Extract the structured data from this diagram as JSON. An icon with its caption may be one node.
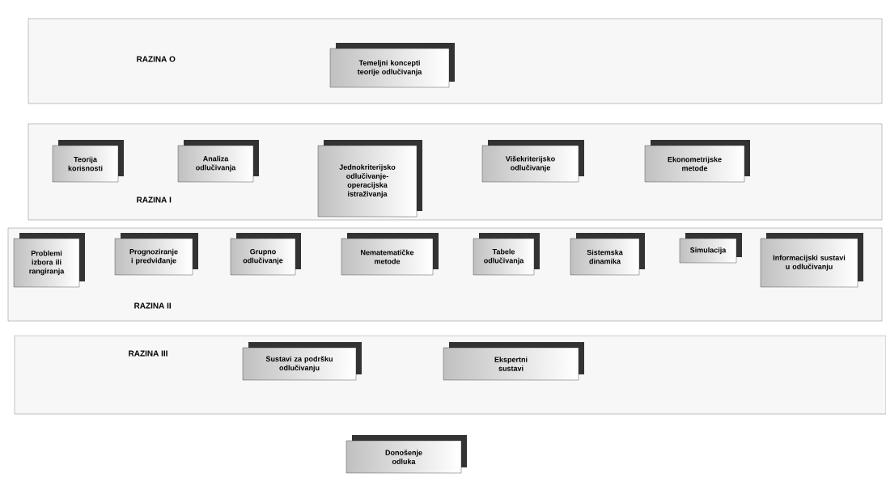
{
  "diagram": {
    "nodes": [
      {
        "text": [
          "RAZINA O"
        ]
      },
      {
        "text": [
          "Temeljni koncepti teorije odlučivanja"
        ],
        "in": 0
      },
      {
        "text": [
          "RAZINA I"
        ]
      },
      {
        "text": [
          "Teorija korisnosti"
        ],
        "in": 2
      },
      {
        "text": [
          "Analiza odlučivanja"
        ],
        "in": 2
      },
      {
        "text": [
          "Jednokriterijsko odlučivanje- operacijska istraživanja"
        ],
        "in": 2
      },
      {
        "text": [
          "Višekriterijsko odlučivanje"
        ],
        "in": 2
      },
      {
        "text": [
          "Ekonometrijske metode"
        ],
        "in": 2
      },
      {
        "text": [
          "RAZINA II"
        ]
      },
      {
        "text": [
          "Problemi izbora ili rangiranja"
        ],
        "in": 8
      },
      {
        "text": [
          "Prognoziranje i predviđanje"
        ],
        "in": 8
      },
      {
        "text": [
          "Grupno odlučivanje"
        ],
        "in": 8
      },
      {
        "text": [
          "Nematematičke metode"
        ],
        "in": 8
      },
      {
        "text": [
          "Tabele odlučivanja"
        ],
        "in": 8
      },
      {
        "text": [
          "Sistemska dinamika"
        ],
        "in": 8
      },
      {
        "text": [
          "Simulacija"
        ],
        "in": 8
      },
      {
        "text": [
          "Informacijski sustavi u odlučivanju"
        ],
        "in": 8
      },
      {
        "text": [
          "RAZINA III"
        ]
      },
      {
        "text": [
          "Sustavi za podršku odlučivanju"
        ],
        "in": 17
      },
      {
        "text": [
          "Ekspertni sustavi"
        ],
        "in": 17
      },
      {
        "text": [
          "Donošenje odluka"
        ]
      }
    ],
    "edges": []
  }
}
